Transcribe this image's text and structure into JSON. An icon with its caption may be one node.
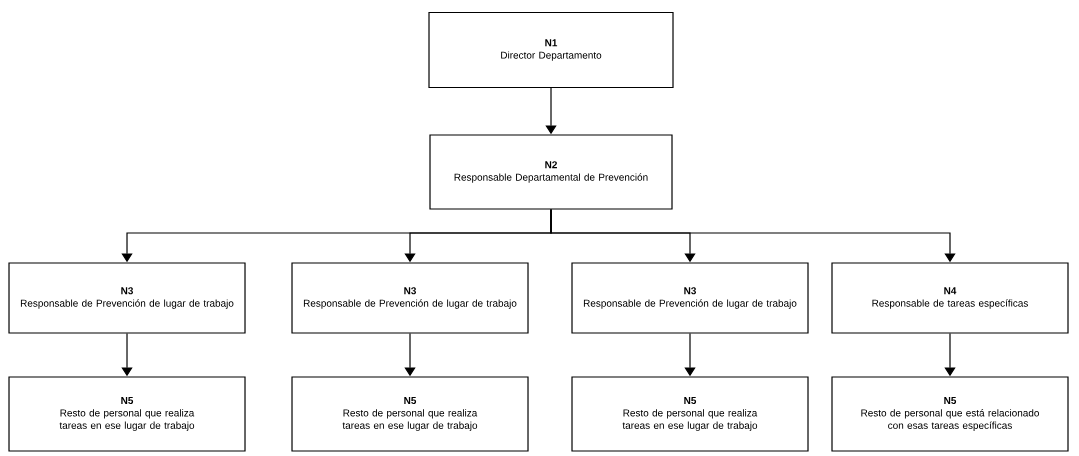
{
  "diagram": {
    "nodes": [
      {
        "text": [
          "N1",
          "Director Departamento"
        ]
      },
      {
        "text": [
          "N2",
          "Responsable Departamental de Prevención"
        ]
      },
      {
        "text": [
          "N3",
          "Responsable de Prevención de lugar de trabajo"
        ]
      },
      {
        "text": [
          "N3",
          "Responsable de Prevención de lugar de trabajo"
        ]
      },
      {
        "text": [
          "N3",
          "Responsable de Prevención de lugar de trabajo"
        ]
      },
      {
        "text": [
          "N4",
          "Responsable de tareas específicas"
        ]
      },
      {
        "text": [
          "N5",
          "Resto de personal que realiza tareas en ese lugar de trabajo"
        ]
      },
      {
        "text": [
          "N5",
          "Resto de personal que realiza tareas en ese lugar de trabajo"
        ]
      },
      {
        "text": [
          "N5",
          "Resto de personal que realiza tareas en ese lugar de trabajo"
        ]
      },
      {
        "text": [
          "N5",
          "Resto de personal que está relacionado con esas tareas específicas"
        ]
      }
    ],
    "edges": [
      {
        "from": 0,
        "to": 1,
        "arrow": "to"
      },
      {
        "from": 1,
        "to": 2,
        "arrow": "to"
      },
      {
        "from": 1,
        "to": 3,
        "arrow": "to"
      },
      {
        "from": 1,
        "to": 4,
        "arrow": "to"
      },
      {
        "from": 1,
        "to": 5,
        "arrow": "to"
      },
      {
        "from": 2,
        "to": 6,
        "arrow": "to"
      },
      {
        "from": 3,
        "to": 7,
        "arrow": "to"
      },
      {
        "from": 4,
        "to": 8,
        "arrow": "to"
      },
      {
        "from": 5,
        "to": 9,
        "arrow": "to"
      }
    ]
  }
}
